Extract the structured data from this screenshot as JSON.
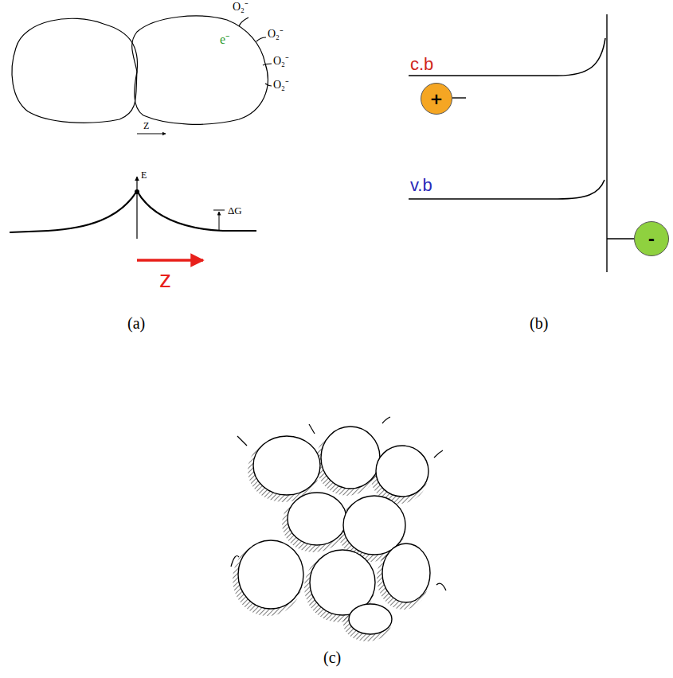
{
  "diagram": {
    "nodes": [
      {
        "text": [
          "+"
        ]
      },
      {
        "text": [
          "-"
        ]
      }
    ],
    "labels": [
      "O₂⁻",
      "O₂⁻",
      "O₂⁻",
      "O₂⁻",
      "e⁻",
      "Z",
      "E",
      "ΔG",
      "z",
      "c.b",
      "v.b",
      "(a)",
      "(b)",
      "(c)"
    ]
  }
}
